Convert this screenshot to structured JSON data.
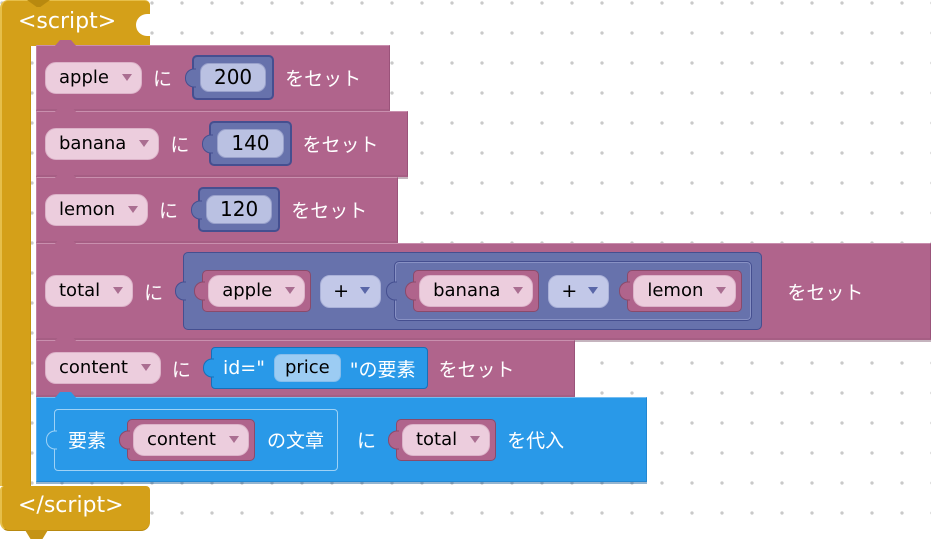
{
  "colors": {
    "gold": "#d4a019",
    "gold_dark": "#aa7d10",
    "mauve_block": "#b0648c",
    "mauve_border": "#8a4a6b",
    "pink_dropdown_field": "#eccddd",
    "slate_value_block": "#6772ac",
    "slate_border": "#454f90",
    "periwinkle_field": "#c2c8e8",
    "blue_block": "#2999e8",
    "blue_border": "#1770b8",
    "blue_text_field": "#9cccf3",
    "grid_dot": "#c9c9c9"
  },
  "script_block": {
    "open_label": "<script>",
    "close_label": "</script>"
  },
  "set_apple": {
    "variable": "apple",
    "particle": "に",
    "value": "200",
    "suffix": "をセット"
  },
  "set_banana": {
    "variable": "banana",
    "particle": "に",
    "value": "140",
    "suffix": "をセット"
  },
  "set_lemon": {
    "variable": "lemon",
    "particle": "に",
    "value": "120",
    "suffix": "をセット"
  },
  "set_total": {
    "variable": "total",
    "particle": "に",
    "operand_a": "apple",
    "operator_1": "+",
    "operand_b": "banana",
    "operator_2": "+",
    "operand_c": "lemon",
    "suffix": "をセット"
  },
  "set_content": {
    "variable": "content",
    "particle": "に",
    "id_prefix": "id=\"",
    "id_value": "price",
    "id_suffix": "\"の要素",
    "suffix": "をセット"
  },
  "assign_text": {
    "prefix": "要素",
    "variable": "content",
    "middle": "の文章",
    "particle": "に",
    "value_variable": "total",
    "suffix": "を代入"
  }
}
